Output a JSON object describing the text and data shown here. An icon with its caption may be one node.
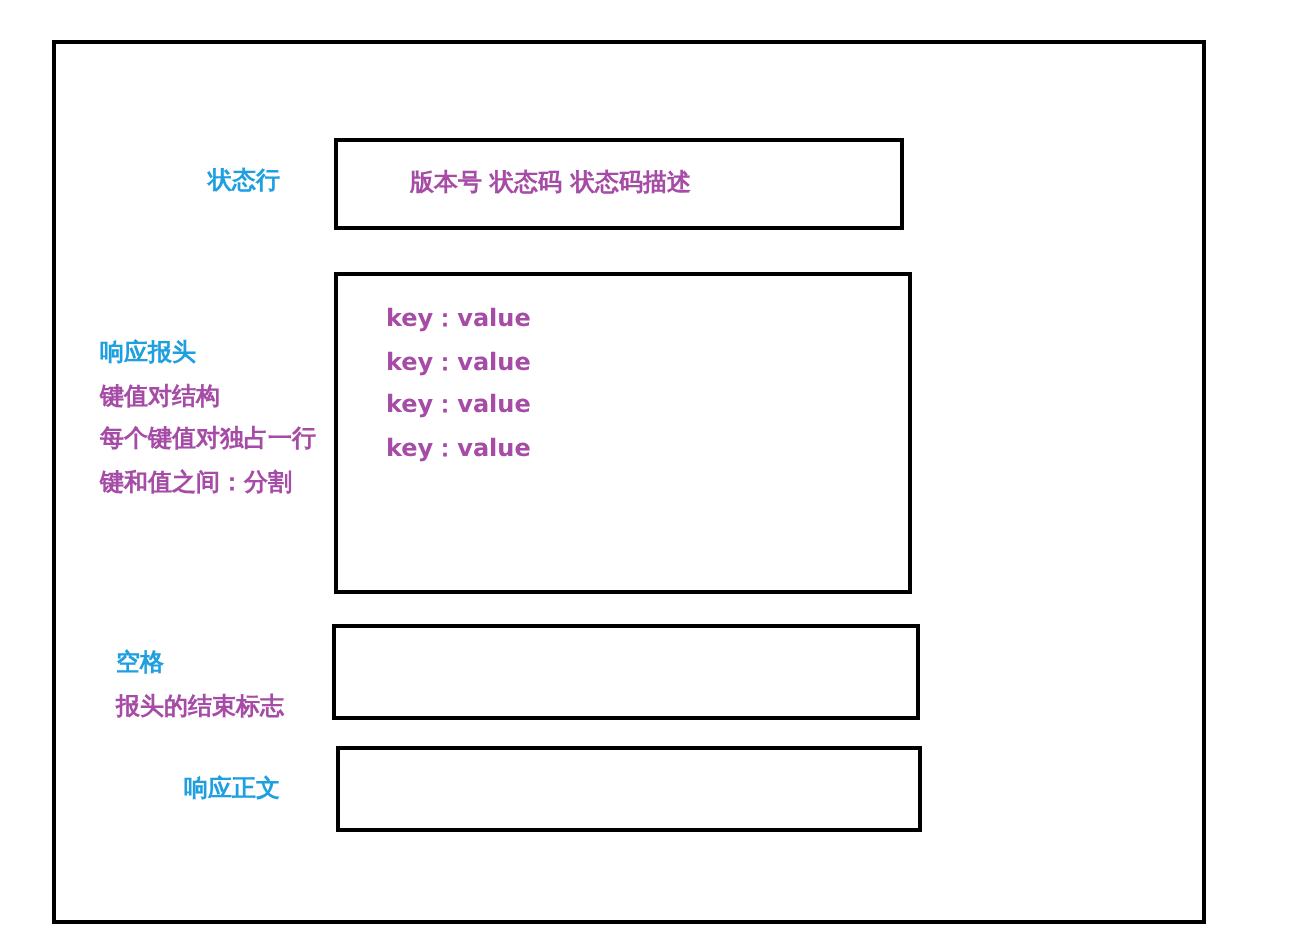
{
  "diagram": {
    "nodes": [
      {
        "text": [],
        "shape": "box"
      },
      {
        "text": [
          "版本号 状态码 状态码描述"
        ],
        "beside": [
          "状态行"
        ],
        "in": 0
      },
      {
        "text": [
          "key：value",
          "key：value",
          "key：value",
          "key：value"
        ],
        "beside": [
          "响应报头",
          "键值对结构",
          "每个键值对独占一行",
          "键和值之间：分割"
        ],
        "in": 0
      },
      {
        "text": [],
        "shape": "box",
        "beside": [
          "空格",
          "报头的结束标志"
        ],
        "in": 0
      },
      {
        "text": [],
        "shape": "box",
        "beside": [
          "响应正文"
        ],
        "in": 0
      }
    ]
  }
}
